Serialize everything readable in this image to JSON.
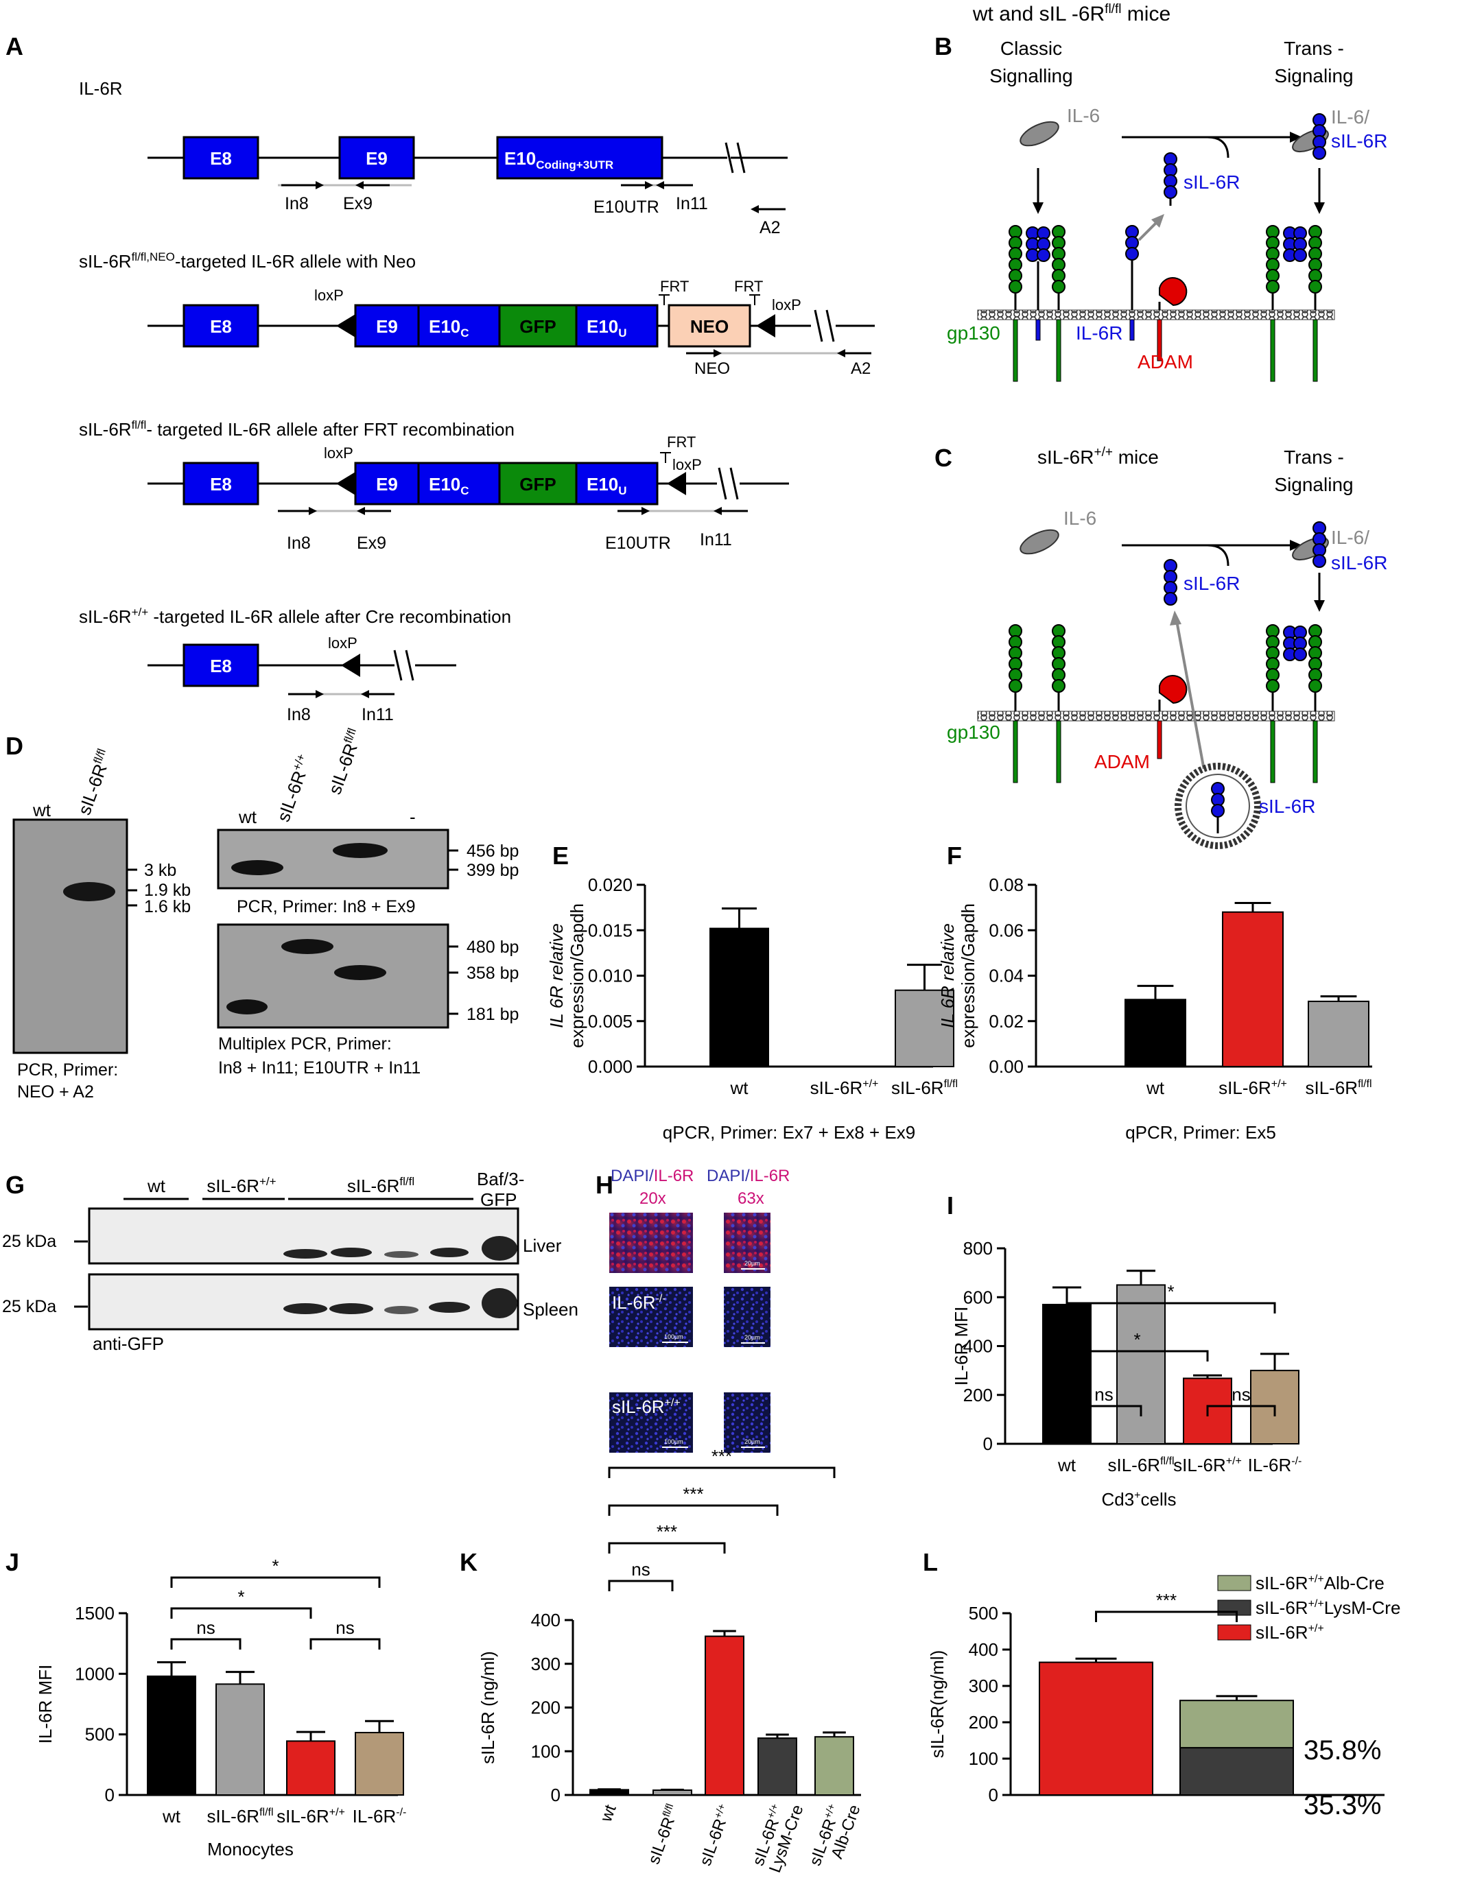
{
  "panelA": {
    "letter": "A",
    "rows": [
      {
        "title": "IL-6R",
        "exons": [
          {
            "label": "E8"
          },
          {
            "label": "E9"
          },
          {
            "label": "E10",
            "sub": "Coding+3UTR"
          }
        ],
        "primers": [
          "In8",
          "Ex9",
          "E10UTR",
          "In11",
          "A2"
        ]
      },
      {
        "title_main": "sIL-6R",
        "title_sup": "fl/fl,NEO",
        "title_rest": "-targeted IL-6R allele with Neo",
        "exons": [
          {
            "label": "E8"
          },
          {
            "label": "E9"
          },
          {
            "label": "E10",
            "sub": "C"
          },
          {
            "label": "GFP"
          },
          {
            "label": "E10",
            "sub": "U"
          },
          {
            "label": "NEO"
          }
        ],
        "sites": [
          "loxP",
          "FRT",
          "FRT",
          "loxP"
        ],
        "primers": [
          "NEO",
          "A2"
        ]
      },
      {
        "title_main": "sIL-6R",
        "title_sup": "fl/fl",
        "title_rest": "- targeted IL-6R allele after FRT recombination",
        "exons": [
          {
            "label": "E8"
          },
          {
            "label": "E9"
          },
          {
            "label": "E10",
            "sub": "C"
          },
          {
            "label": "GFP"
          },
          {
            "label": "E10",
            "sub": "U"
          }
        ],
        "sites": [
          "loxP",
          "FRT",
          "loxP"
        ],
        "primers": [
          "In8",
          "Ex9",
          "E10UTR",
          "In11"
        ]
      },
      {
        "title_main": "sIL-6R",
        "title_sup": "+/+",
        "title_rest": " -targeted IL-6R allele after Cre recombination",
        "exons": [
          {
            "label": "E8"
          }
        ],
        "sites": [
          "loxP"
        ],
        "primers": [
          "In8",
          "In11"
        ]
      }
    ]
  },
  "panelB": {
    "letter": "B",
    "header_main": "wt and sIL -6R",
    "header_sup": "fl/fl",
    "header_rest": " mice",
    "classic_1": "Classic",
    "classic_2": "Signalling",
    "trans_1": "Trans -",
    "trans_2": "Signaling",
    "il6": "IL-6",
    "sil6r": "sIL-6R",
    "complex_1": "IL-6/",
    "complex_2": "sIL-6R",
    "gp130": "gp130",
    "il6r": "IL-6R",
    "adam": "ADAM"
  },
  "panelC": {
    "letter": "C",
    "header_main": "sIL-6R",
    "header_sup": "+/+",
    "header_rest": " mice",
    "trans_1": "Trans -",
    "trans_2": "Signaling",
    "il6": "IL-6",
    "sil6r": "sIL-6R",
    "complex_1": "IL-6/",
    "complex_2": "sIL-6R",
    "gp130": "gp130",
    "adam": "ADAM",
    "vesicle_label": "sIL-6R"
  },
  "panelD": {
    "letter": "D",
    "lane_wt": "wt",
    "lane_fl": "sIL-6R",
    "lane_fl_sup": "fl/fl",
    "markers_left": [
      "3 kb",
      "1.9 kb",
      "1.6 kb"
    ],
    "caption_left_1": "PCR, Primer:",
    "caption_left_2": "NEO + A2",
    "lanes_right": [
      "wt",
      "sIL-6R",
      "sIL-6R",
      "-"
    ],
    "lanes_right_sup": [
      "",
      "+/+",
      "fl/fl",
      ""
    ],
    "markers_top": [
      "456 bp",
      "399 bp"
    ],
    "caption_top": "PCR, Primer: In8 + Ex9",
    "markers_bottom": [
      "480 bp",
      "358 bp",
      "181 bp"
    ],
    "caption_bottom_1": "Multiplex PCR, Primer:",
    "caption_bottom_2": "In8 + In11; E10UTR + In11"
  },
  "panelG": {
    "letter": "G",
    "groups": [
      "wt",
      "sIL-6R",
      "sIL-6R"
    ],
    "groups_sup": [
      "",
      "+/+",
      "fl/fl"
    ],
    "baf_1": "Baf/3-",
    "baf_2": "GFP",
    "marker": "25 kDa",
    "tissues": [
      "Liver",
      "Spleen"
    ],
    "antibody": "anti-GFP"
  },
  "panelH": {
    "letter": "H",
    "col1_a": "DAPI/",
    "col1_b": "IL-6R",
    "col1_mag": "20x",
    "col2_a": "DAPI/",
    "col2_b": "IL-6R",
    "col2_mag": "63x",
    "row2_label": "IL-6R",
    "row2_sup": "-/-",
    "row3_label": "sIL-6R",
    "row3_sup": "+/+",
    "scale_20": "100µm",
    "scale_63": "20µm",
    "dapi_color": "#3333aa",
    "il6r_color": "#cc1177"
  },
  "chart_data": [
    {
      "id": "E",
      "letter": "E",
      "type": "bar",
      "categories": [
        "wt",
        "sIL-6R",
        "sIL-6R"
      ],
      "category_sups": [
        "",
        "+/+",
        "fl/fl"
      ],
      "values": [
        0.0152,
        0,
        0.0084
      ],
      "errors": [
        0.0022,
        0,
        0.0028
      ],
      "colors": [
        "#000000",
        "#e0201e",
        "#a0a0a0"
      ],
      "ylim": [
        0,
        0.02
      ],
      "yticks": [
        "0.000",
        "0.005",
        "0.010",
        "0.015",
        "0.020"
      ],
      "ylabel_1": "IL 6R relative",
      "ylabel_2": "expression/Gapdh",
      "caption": "qPCR, Primer:  Ex7 + Ex8 + Ex9"
    },
    {
      "id": "F",
      "letter": "F",
      "type": "bar",
      "categories": [
        "wt",
        "sIL-6R",
        "sIL-6R"
      ],
      "category_sups": [
        "",
        "+/+",
        "fl/fl"
      ],
      "values": [
        0.0295,
        0.068,
        0.0287
      ],
      "errors": [
        0.006,
        0.004,
        0.0022
      ],
      "colors": [
        "#000000",
        "#e0201e",
        "#a0a0a0"
      ],
      "ylim": [
        0,
        0.08
      ],
      "yticks": [
        "0.00",
        "0.02",
        "0.04",
        "0.06",
        "0.08"
      ],
      "ylabel_1": "IL 6R relative",
      "ylabel_2": "expression/Gapdh",
      "caption": "qPCR, Primer:  Ex5"
    },
    {
      "id": "I",
      "letter": "I",
      "type": "bar",
      "categories": [
        "wt",
        "sIL-6R",
        "sIL-6R",
        "IL-6R"
      ],
      "category_sups": [
        "",
        "fl/fl",
        "+/+",
        "-/-"
      ],
      "values": [
        570,
        650,
        268,
        300
      ],
      "errors": [
        70,
        58,
        12,
        68
      ],
      "colors": [
        "#000000",
        "#a0a0a0",
        "#e0201e",
        "#b39978"
      ],
      "ylim": [
        0,
        800
      ],
      "yticks": [
        "0",
        "200",
        "400",
        "600",
        "800"
      ],
      "ylabel_1": "IL-6R MFI",
      "xlabel_main": "Cd3",
      "xlabel_sup": "+",
      "xlabel_rest": "cells",
      "significance": [
        "ns",
        "*",
        "ns",
        "*"
      ]
    },
    {
      "id": "J",
      "letter": "J",
      "type": "bar",
      "categories": [
        "wt",
        "sIL-6R",
        "sIL-6R",
        "IL-6R"
      ],
      "category_sups": [
        "",
        "fl/fl",
        "+/+",
        "-/-"
      ],
      "values": [
        980,
        915,
        445,
        515
      ],
      "errors": [
        115,
        100,
        75,
        95
      ],
      "colors": [
        "#000000",
        "#a0a0a0",
        "#e0201e",
        "#b39978"
      ],
      "ylim": [
        0,
        1500
      ],
      "yticks": [
        "0",
        "500",
        "1000",
        "1500"
      ],
      "ylabel_1": "IL-6R MFI",
      "xlabel_main": "Monocytes",
      "significance": [
        "ns",
        "*",
        "ns",
        "*"
      ]
    },
    {
      "id": "K",
      "letter": "K",
      "type": "bar",
      "categories": [
        "wt",
        "sIL-6R",
        "sIL-6R",
        "sIL-6R",
        "sIL-6R"
      ],
      "category_sups": [
        "",
        "fl/fl",
        "+/+",
        "+/+",
        "+/+"
      ],
      "category_line2": [
        "",
        "",
        "",
        "LysM-Cre",
        "Alb-Cre"
      ],
      "values": [
        12,
        11,
        363,
        130,
        133
      ],
      "errors": [
        1,
        1,
        12,
        8,
        10
      ],
      "colors": [
        "#000000",
        "#a0a0a0",
        "#e0201e",
        "#3c3c3c",
        "#9aaa80"
      ],
      "ylim": [
        0,
        400
      ],
      "yticks": [
        "0",
        "100",
        "200",
        "300",
        "400"
      ],
      "ylabel_1": "sIL-6R (ng/ml)",
      "significance": [
        "ns",
        "***",
        "***",
        "***"
      ]
    },
    {
      "id": "L",
      "letter": "L",
      "type": "bar",
      "categories": [
        "sIL-6R+/+",
        "stacked"
      ],
      "series": [
        {
          "name": "sIL-6R",
          "sup": "+/+",
          "rest": "",
          "values": [
            365,
            0
          ],
          "color": "#e0201e",
          "err": [
            10,
            0
          ]
        },
        {
          "name": "sIL-6R",
          "sup": "+/+",
          "rest": "LysM-Cre",
          "values": [
            0,
            130
          ],
          "color": "#3c3c3c",
          "err": [
            0,
            10
          ]
        },
        {
          "name": "sIL-6R",
          "sup": "+/+",
          "rest": "Alb-Cre",
          "values": [
            0,
            130
          ],
          "color": "#9aaa80",
          "err": [
            0,
            12
          ]
        }
      ],
      "ylim": [
        0,
        500
      ],
      "yticks": [
        "0",
        "100",
        "200",
        "300",
        "400",
        "500"
      ],
      "ylabel_1": "sIL-6R(ng/ml)",
      "significance": [
        "***"
      ],
      "percent_labels": [
        "35.8%",
        "35.3%"
      ]
    }
  ]
}
